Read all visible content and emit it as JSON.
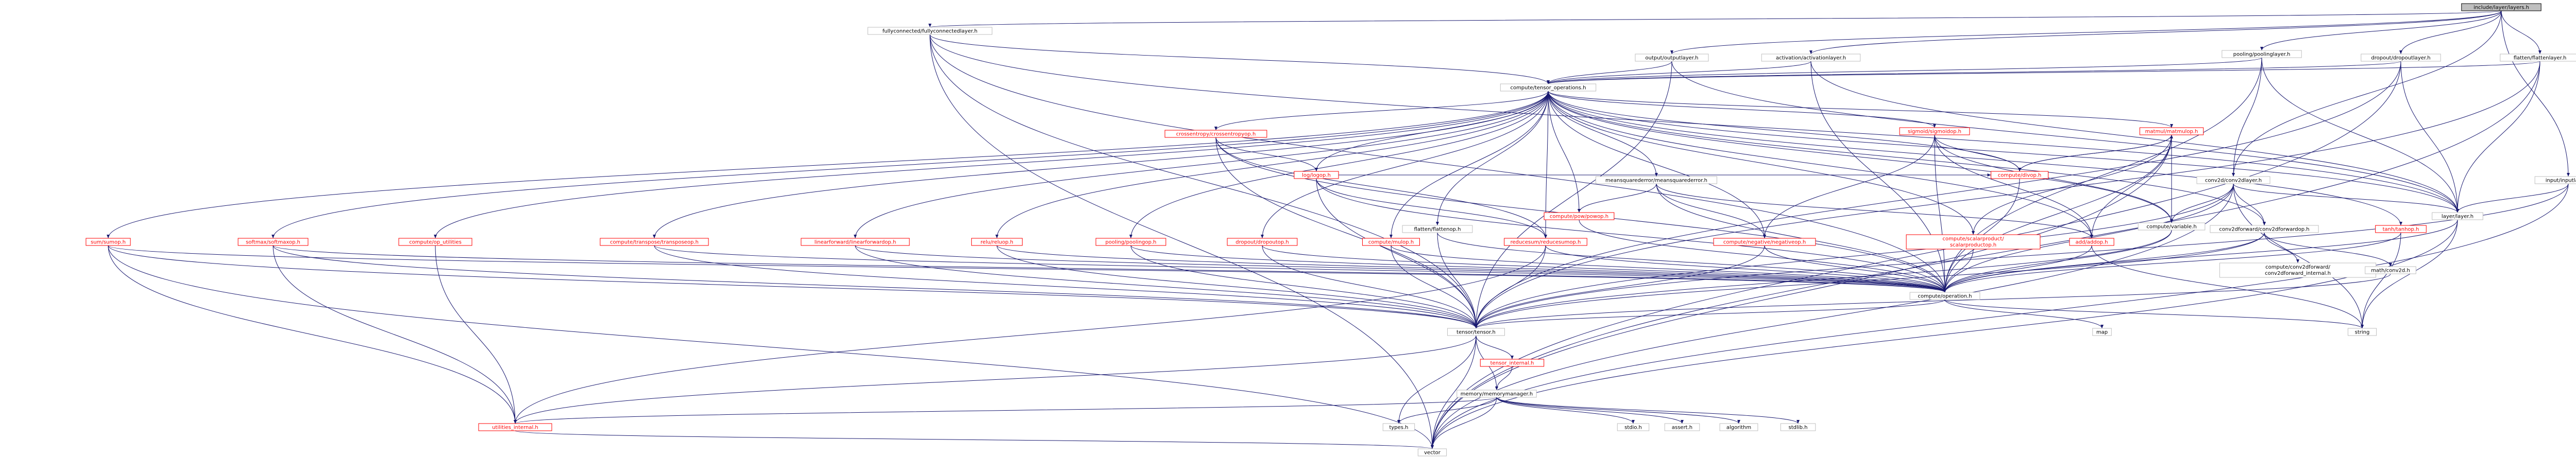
{
  "colors": {
    "default_fill": "#ffffff",
    "default_stroke": "#bfbfbf",
    "default_text": "#000000",
    "red_stroke": "#ff0000",
    "red_text": "#ff0000",
    "root_fill": "#bfbfbf",
    "root_stroke": "#000000",
    "edge": "#191970"
  },
  "root": "include/layer/layers.h",
  "nodes": [
    {
      "id": "layers",
      "label": "include/layer/layers.h",
      "style": "root"
    },
    {
      "id": "fc",
      "label": "fullyconnected/fullyconnectedlayer.h",
      "style": "default"
    },
    {
      "id": "output",
      "label": "output/outputlayer.h",
      "style": "default"
    },
    {
      "id": "activation",
      "label": "activation/activationlayer.h",
      "style": "default"
    },
    {
      "id": "pooling",
      "label": "pooling/poolinglayer.h",
      "style": "default"
    },
    {
      "id": "dropout",
      "label": "dropout/dropoutlayer.h",
      "style": "default"
    },
    {
      "id": "flatten",
      "label": "flatten/flattenlayer.h",
      "style": "default"
    },
    {
      "id": "input",
      "label": "input/inputlayer.h",
      "style": "default"
    },
    {
      "id": "conv2d",
      "label": "conv2d/conv2dlayer.h",
      "style": "default"
    },
    {
      "id": "layer",
      "label": "layer/layer.h",
      "style": "default"
    },
    {
      "id": "tensorops",
      "label": "compute/tensor_operations.h",
      "style": "default"
    },
    {
      "id": "crossentropy",
      "label": "crossentropy/crossentropyop.h",
      "style": "red"
    },
    {
      "id": "sigmoid",
      "label": "sigmoid/sigmoidop.h",
      "style": "red"
    },
    {
      "id": "matmul",
      "label": "matmul/matmulop.h",
      "style": "red"
    },
    {
      "id": "meansquare",
      "label": "meansquarederror/meansquarederror.h",
      "style": "default"
    },
    {
      "id": "log",
      "label": "log/logop.h",
      "style": "red"
    },
    {
      "id": "divop",
      "label": "compute/divop.h",
      "style": "red"
    },
    {
      "id": "conv2dfwd",
      "label": "conv2dforward/conv2dforwardop.h",
      "style": "default"
    },
    {
      "id": "tanh",
      "label": "tanh/tanhop.h",
      "style": "red"
    },
    {
      "id": "sum",
      "label": "sum/sumop.h",
      "style": "red"
    },
    {
      "id": "softmax",
      "label": "softmax/softmaxop.h",
      "style": "red"
    },
    {
      "id": "oputil",
      "label": "compute/op_utilities",
      "style": "red"
    },
    {
      "id": "transpose",
      "label": "compute/transpose/transposeop.h",
      "style": "red"
    },
    {
      "id": "linear",
      "label": "linearforward/linearforwardop.h",
      "style": "red"
    },
    {
      "id": "relu",
      "label": "relu/reluop.h",
      "style": "red"
    },
    {
      "id": "poolingop",
      "label": "pooling/poolingop.h",
      "style": "red"
    },
    {
      "id": "dropoutop",
      "label": "dropout/dropoutop.h",
      "style": "red"
    },
    {
      "id": "mulop",
      "label": "compute/mulop.h",
      "style": "red"
    },
    {
      "id": "reduce",
      "label": "reducesum/reducesumop.h",
      "style": "red"
    },
    {
      "id": "flattenop",
      "label": "flatten/flattenop.h",
      "style": "default"
    },
    {
      "id": "pow",
      "label": "compute/pow/powop.h",
      "style": "red"
    },
    {
      "id": "negative",
      "label": "compute/negative/negativeop.h",
      "style": "red"
    },
    {
      "id": "scalar",
      "label": "compute/scalarproduct/scalarproductop.h",
      "style": "red"
    },
    {
      "id": "add",
      "label": "add/addop.h",
      "style": "red"
    },
    {
      "id": "variable",
      "label": "compute/variable.h",
      "style": "default"
    },
    {
      "id": "conv2dfwdint",
      "label": "compute/conv2dforward/conv2dforward_internal.h",
      "style": "default"
    },
    {
      "id": "mathconv",
      "label": "math/conv2d.h",
      "style": "default"
    },
    {
      "id": "operation",
      "label": "compute/operation.h",
      "style": "default"
    },
    {
      "id": "map",
      "label": "map",
      "style": "default"
    },
    {
      "id": "string",
      "label": "string",
      "style": "default"
    },
    {
      "id": "tensor",
      "label": "tensor/tensor.h",
      "style": "default"
    },
    {
      "id": "tensorint",
      "label": "tensor_internal.h",
      "style": "red"
    },
    {
      "id": "memory",
      "label": "memory/memorymanager.h",
      "style": "default"
    },
    {
      "id": "types",
      "label": "types.h",
      "style": "default"
    },
    {
      "id": "stdio",
      "label": "stdio.h",
      "style": "default"
    },
    {
      "id": "assert",
      "label": "assert.h",
      "style": "default"
    },
    {
      "id": "algorithm",
      "label": "algorithm",
      "style": "default"
    },
    {
      "id": "stdlib",
      "label": "stdlib.h",
      "style": "default"
    },
    {
      "id": "utilities",
      "label": "utilities_internal.h",
      "style": "red"
    },
    {
      "id": "vector",
      "label": "vector",
      "style": "default"
    }
  ],
  "edges": [
    [
      "layers",
      "fc"
    ],
    [
      "layers",
      "output"
    ],
    [
      "layers",
      "activation"
    ],
    [
      "layers",
      "pooling"
    ],
    [
      "layers",
      "dropout"
    ],
    [
      "layers",
      "flatten"
    ],
    [
      "layers",
      "input"
    ],
    [
      "layers",
      "conv2d"
    ],
    [
      "fc",
      "tensorops"
    ],
    [
      "fc",
      "layer"
    ],
    [
      "fc",
      "tensor"
    ],
    [
      "fc",
      "vector"
    ],
    [
      "fc",
      "operation"
    ],
    [
      "output",
      "tensorops"
    ],
    [
      "output",
      "layer"
    ],
    [
      "output",
      "tensor"
    ],
    [
      "activation",
      "tensorops"
    ],
    [
      "activation",
      "layer"
    ],
    [
      "activation",
      "operation"
    ],
    [
      "pooling",
      "tensorops"
    ],
    [
      "pooling",
      "layer"
    ],
    [
      "pooling",
      "conv2d"
    ],
    [
      "pooling",
      "operation"
    ],
    [
      "dropout",
      "tensorops"
    ],
    [
      "dropout",
      "layer"
    ],
    [
      "dropout",
      "tensor"
    ],
    [
      "dropout",
      "vector"
    ],
    [
      "flatten",
      "tensorops"
    ],
    [
      "flatten",
      "layer"
    ],
    [
      "flatten",
      "tensor"
    ],
    [
      "flatten",
      "vector"
    ],
    [
      "input",
      "layer"
    ],
    [
      "input",
      "tensor"
    ],
    [
      "input",
      "vector"
    ],
    [
      "conv2d",
      "layer"
    ],
    [
      "conv2d",
      "conv2dfwd"
    ],
    [
      "conv2d",
      "variable"
    ],
    [
      "conv2d",
      "tensor"
    ],
    [
      "conv2d",
      "string"
    ],
    [
      "conv2d",
      "vector"
    ],
    [
      "conv2d",
      "operation"
    ],
    [
      "layer",
      "operation"
    ],
    [
      "layer",
      "string"
    ],
    [
      "layer",
      "vector"
    ],
    [
      "tensorops",
      "crossentropy"
    ],
    [
      "tensorops",
      "sigmoid"
    ],
    [
      "tensorops",
      "matmul"
    ],
    [
      "tensorops",
      "meansquare"
    ],
    [
      "tensorops",
      "log"
    ],
    [
      "tensorops",
      "divop"
    ],
    [
      "tensorops",
      "conv2dfwd"
    ],
    [
      "tensorops",
      "tanh"
    ],
    [
      "tensorops",
      "sum"
    ],
    [
      "tensorops",
      "softmax"
    ],
    [
      "tensorops",
      "oputil"
    ],
    [
      "tensorops",
      "transpose"
    ],
    [
      "tensorops",
      "linear"
    ],
    [
      "tensorops",
      "relu"
    ],
    [
      "tensorops",
      "poolingop"
    ],
    [
      "tensorops",
      "dropoutop"
    ],
    [
      "tensorops",
      "mulop"
    ],
    [
      "tensorops",
      "reduce"
    ],
    [
      "tensorops",
      "flattenop"
    ],
    [
      "tensorops",
      "pow"
    ],
    [
      "tensorops",
      "negative"
    ],
    [
      "tensorops",
      "scalar"
    ],
    [
      "tensorops",
      "add"
    ],
    [
      "tensorops",
      "variable"
    ],
    [
      "tensorops",
      "layer"
    ],
    [
      "crossentropy",
      "log"
    ],
    [
      "crossentropy",
      "reduce"
    ],
    [
      "crossentropy",
      "operation"
    ],
    [
      "crossentropy",
      "tensor"
    ],
    [
      "sigmoid",
      "divop"
    ],
    [
      "sigmoid",
      "add"
    ],
    [
      "sigmoid",
      "negative"
    ],
    [
      "sigmoid",
      "operation"
    ],
    [
      "sigmoid",
      "variable"
    ],
    [
      "matmul",
      "divop"
    ],
    [
      "matmul",
      "scalar"
    ],
    [
      "matmul",
      "add"
    ],
    [
      "matmul",
      "variable"
    ],
    [
      "matmul",
      "operation"
    ],
    [
      "matmul",
      "vector"
    ],
    [
      "meansquare",
      "pow"
    ],
    [
      "meansquare",
      "negative"
    ],
    [
      "meansquare",
      "add"
    ],
    [
      "meansquare",
      "operation"
    ],
    [
      "log",
      "divop"
    ],
    [
      "log",
      "reduce"
    ],
    [
      "log",
      "operation"
    ],
    [
      "log",
      "tensor"
    ],
    [
      "divop",
      "operation"
    ],
    [
      "divop",
      "matmul"
    ],
    [
      "conv2dfwd",
      "conv2dfwdint"
    ],
    [
      "conv2dfwd",
      "mathconv"
    ],
    [
      "conv2dfwd",
      "operation"
    ],
    [
      "conv2dfwd",
      "tensor"
    ],
    [
      "tanh",
      "operation"
    ],
    [
      "tanh",
      "string"
    ],
    [
      "sum",
      "operation"
    ],
    [
      "sum",
      "tensor"
    ],
    [
      "sum",
      "utilities"
    ],
    [
      "sum",
      "vector"
    ],
    [
      "softmax",
      "operation"
    ],
    [
      "softmax",
      "utilities"
    ],
    [
      "softmax",
      "tensor"
    ],
    [
      "oputil",
      "utilities"
    ],
    [
      "transpose",
      "operation"
    ],
    [
      "transpose",
      "tensor"
    ],
    [
      "linear",
      "operation"
    ],
    [
      "linear",
      "tensor"
    ],
    [
      "relu",
      "operation"
    ],
    [
      "relu",
      "tensor"
    ],
    [
      "poolingop",
      "operation"
    ],
    [
      "poolingop",
      "tensor"
    ],
    [
      "dropoutop",
      "operation"
    ],
    [
      "dropoutop",
      "tensor"
    ],
    [
      "mulop",
      "operation"
    ],
    [
      "mulop",
      "tensor"
    ],
    [
      "reduce",
      "operation"
    ],
    [
      "reduce",
      "utilities"
    ],
    [
      "reduce",
      "tensor"
    ],
    [
      "flattenop",
      "operation"
    ],
    [
      "flattenop",
      "tensor"
    ],
    [
      "pow",
      "operation"
    ],
    [
      "negative",
      "operation"
    ],
    [
      "negative",
      "tensor"
    ],
    [
      "scalar",
      "operation"
    ],
    [
      "add",
      "operation"
    ],
    [
      "add",
      "string"
    ],
    [
      "variable",
      "operation"
    ],
    [
      "variable",
      "tensor"
    ],
    [
      "mathconv",
      "tensor"
    ],
    [
      "operation",
      "map"
    ],
    [
      "operation",
      "tensor"
    ],
    [
      "operation",
      "string"
    ],
    [
      "tensor",
      "tensorint"
    ],
    [
      "tensor",
      "memory"
    ],
    [
      "tensor",
      "types"
    ],
    [
      "tensor",
      "utilities"
    ],
    [
      "tensor",
      "vector"
    ],
    [
      "tensorint",
      "memory"
    ],
    [
      "memory",
      "types"
    ],
    [
      "memory",
      "stdio"
    ],
    [
      "memory",
      "assert"
    ],
    [
      "memory",
      "algorithm"
    ],
    [
      "memory",
      "stdlib"
    ],
    [
      "memory",
      "utilities"
    ],
    [
      "memory",
      "vector"
    ],
    [
      "utilities",
      "vector"
    ]
  ]
}
